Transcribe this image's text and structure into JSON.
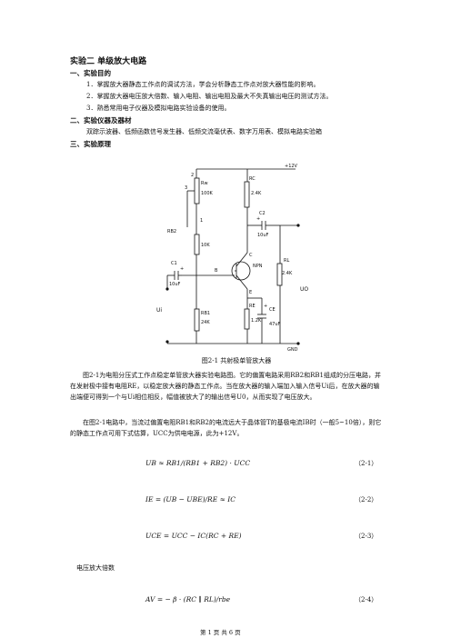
{
  "title": "实验二 单级放大电路",
  "sections": {
    "s1": "一、实验目的",
    "s2": "二、实验仪器及器材",
    "s3": "三、实验原理"
  },
  "objectives": [
    "1．掌握放大器静态工作点的调试方法，学会分析静态工作点对放大器性能的影响。",
    "2．掌握放大器电压放大倍数、输入电阻、输出电阻及最大不失真输出电压的测试方法。",
    "3．熟悉常用电子仪器及模拟电路实验设备的使用。"
  ],
  "equipment": "双踪示波器、低频函数信号发生器、低频交流毫伏表、数字万用表、模拟电路实验箱",
  "circuit": {
    "vcc": "+12V",
    "rw_pin2": "2",
    "rw_pin3": "3",
    "rw_label": "Rw",
    "rw_value": "100K",
    "rw_pin1": "1",
    "rb2_label": "RB2",
    "r10k": "10K",
    "rc_label": "RC",
    "rc_value": "2.4K",
    "c2_label": "C2",
    "c2_value": "10uF",
    "c1_label": "C1",
    "c1_value": "10uF",
    "b_label": "B",
    "c_label": "C",
    "npn_label": "NPN",
    "e_label": "E",
    "rl_label": "RL",
    "rl_value": "2.4K",
    "uo_label": "UO",
    "ui_label": "Ui",
    "rb1_label": "RB1",
    "rb1_value": "24K",
    "re_label": "RE",
    "re_value": "1.2K",
    "ce_label": "CE",
    "ce_value": "47uF",
    "gnd": "GND",
    "plus": "+"
  },
  "caption": "图2-1 共射极单管放大器",
  "para1": "图2-1为电阻分压式工作点稳定单管放大器实验电路图。它的偏置电路采用RB2和RB1组成的分压电路，并在发射极中接有电阻RE，以稳定放大器的静态工作点。当在放大器的输入端加入输入信号Ui后，在放大器的输出端便可得到一个与Ui相位相反，幅值被放大了的输出信号U0，从而实现了电压放大。",
  "para2": "在图2-1电路中，当流过偏置电阻RB1和RB2的电流远大于晶体管T的基极电流IB时（一般5~10倍），则它的静态工作点可用下式估算，UCC为供电电源，此为+12V。",
  "equations": [
    {
      "text": "UB ≈ RB1/(RB1 + RB2) · UCC",
      "num": "（2-1）"
    },
    {
      "text": "IE = (UB − UBE)/RE ≈ IC",
      "num": "（2-2）"
    },
    {
      "text": "UCE = UCC − IC(RC + RE)",
      "num": "（2-3）"
    },
    {
      "text": "AV = − β · (RC ∥ RL)/rbe",
      "num": "（2-4）"
    }
  ],
  "gain_label": "电压放大倍数",
  "footer": "第 1 页 共 6 页"
}
